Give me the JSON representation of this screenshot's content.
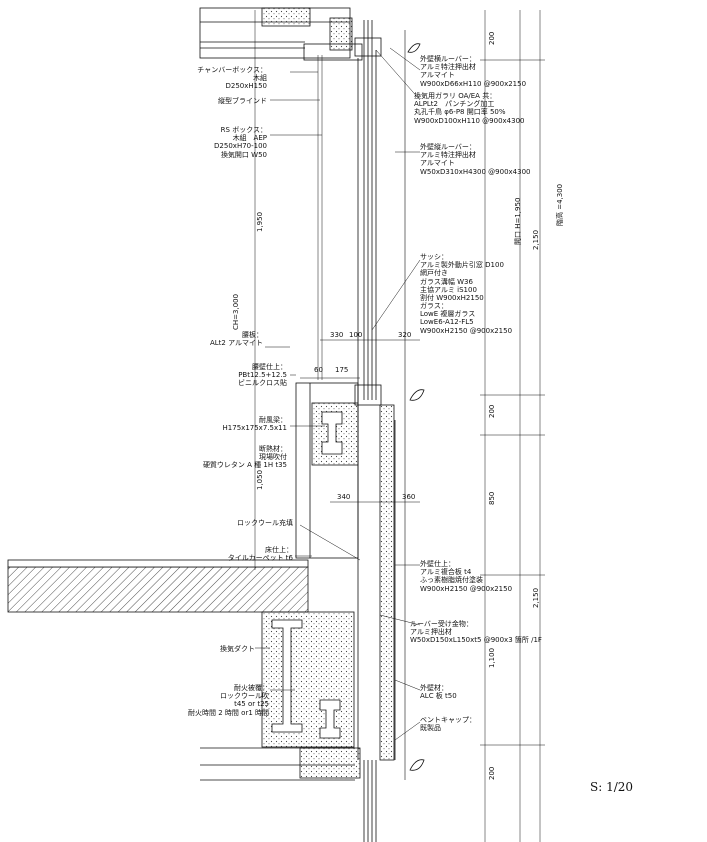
{
  "left_labels": [
    {
      "id": "chamber-box",
      "lines": [
        "チャンバーボックス：",
        "木組",
        "D250xH150"
      ]
    },
    {
      "id": "blind",
      "lines": [
        "縦型ブラインド"
      ]
    },
    {
      "id": "rs-box",
      "lines": [
        "RS ボックス：",
        "木組　AEP",
        "D250xH70-100",
        "換気開口 W50"
      ]
    },
    {
      "id": "koshi-panel",
      "lines": [
        "腰板：",
        "ALt2 アルマイト"
      ]
    },
    {
      "id": "koshi-finish",
      "lines": [
        "腰壁仕上：",
        "PBt12.5+12.5",
        "ビニルクロス貼"
      ]
    },
    {
      "id": "wind-beam",
      "lines": [
        "耐風梁：",
        "H175x175x7.5x11"
      ]
    },
    {
      "id": "insulation",
      "lines": [
        "断熱材：",
        "現場吹付",
        "硬質ウレタン A 種 1H t35"
      ]
    },
    {
      "id": "rockwool",
      "lines": [
        "ロックウール充填"
      ]
    },
    {
      "id": "floor-finish",
      "lines": [
        "床仕上：",
        "タイルカーペット t6"
      ]
    },
    {
      "id": "duct",
      "lines": [
        "換気ダクト"
      ]
    },
    {
      "id": "fireproof",
      "lines": [
        "耐火被覆：",
        "ロックウール吹",
        "t45 or t25",
        "耐火時間 2 時間 or1 時間"
      ]
    }
  ],
  "right_labels": [
    {
      "id": "outer-louver-h",
      "lines": [
        "外壁横ルーバー：",
        "アルミ特注押出材",
        "アルマイト",
        "W900xD66xH110 @900x2150"
      ]
    },
    {
      "id": "vent-gallery",
      "lines": [
        "換気用ガラリ OA/EA 共：",
        "ALPLt2　パンチング加工",
        "丸孔千鳥 φ6-P8 開口率 50%",
        "W900xD100xH110 @900x4300"
      ]
    },
    {
      "id": "outer-louver-v",
      "lines": [
        "外壁縦ルーバー：",
        "アルミ特注押出材",
        "アルマイト",
        "W50xD310xH4300 @900x4300"
      ]
    },
    {
      "id": "sash",
      "lines": [
        "サッシ：",
        "アルミ製外動片引窓 D100",
        "網戸付き",
        "ガラス溝幅 W36",
        "主協アルミ iS100",
        "割付 W900xH2150"
      ]
    },
    {
      "id": "glass",
      "lines": [
        "ガラス：",
        "LowE 複層ガラス",
        "LowE6-A12-FL5",
        "W900xH2150 @900x2150"
      ]
    },
    {
      "id": "outer-finish",
      "lines": [
        "外壁仕上：",
        "アルミ複合板 t4",
        "ふっ素樹脂焼付塗装",
        "W900xH2150 @900x2150"
      ]
    },
    {
      "id": "louver-bracket",
      "lines": [
        "ルーバー受け金物：",
        "アルミ押出材",
        "W50xD150xL150xt5 @900x3 箇所 /1F"
      ]
    },
    {
      "id": "outer-wall",
      "lines": [
        "外壁材：",
        "ALC 板 t50"
      ]
    },
    {
      "id": "vent-cap",
      "lines": [
        "ベントキャップ：",
        "既製品"
      ]
    }
  ],
  "dimensions": {
    "h330": "330",
    "h100": "100",
    "h320": "320",
    "h60": "60",
    "h175": "175",
    "h340": "340",
    "h360": "360",
    "v200a": "200",
    "v1950": "1,950",
    "ch": "CH=3,000",
    "v200b": "200",
    "v1050": "1,050",
    "v850": "850",
    "v1100": "1,100",
    "v200c": "200",
    "kaiko": "開口 H=1,950",
    "v2150a": "2,150",
    "kaidaka": "階高 =4,300",
    "v2150b": "2,150"
  },
  "scale": "S: 1/20"
}
